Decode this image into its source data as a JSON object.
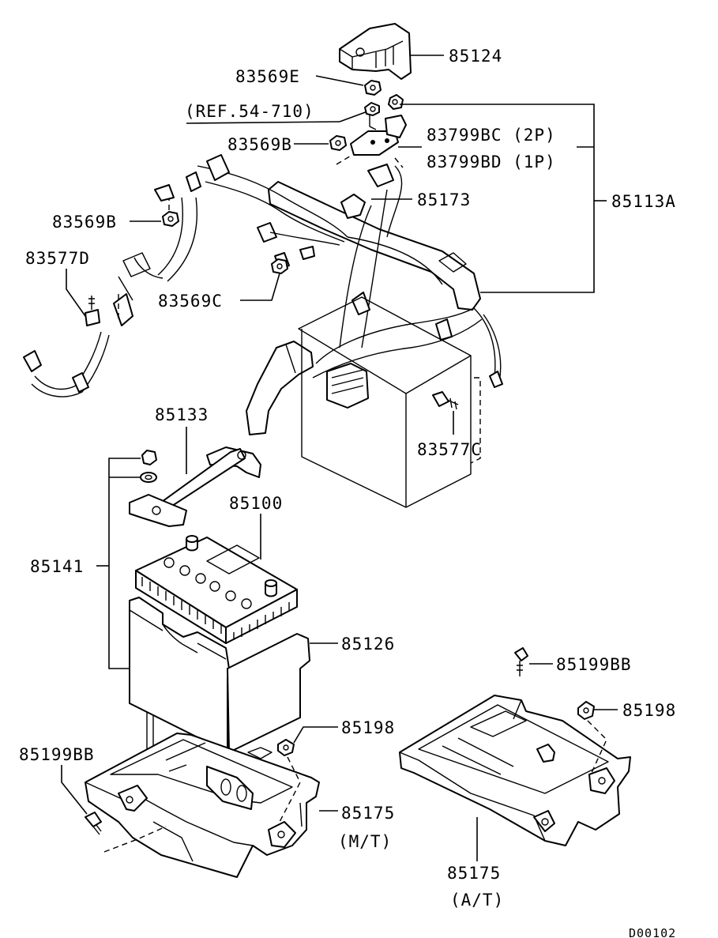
{
  "labels": {
    "p85124": "85124",
    "p83569E": "83569E",
    "ref": "(REF.54-710)",
    "p83799BC": "83799BC (2P)",
    "p83569B_top": "83569B",
    "p83799BD": "83799BD (1P)",
    "p85173": "85173",
    "p85113A": "85113A",
    "p83569B_left": "83569B",
    "p83577D": "83577D",
    "p83569C": "83569C",
    "p85133": "85133",
    "p83577C": "83577C",
    "p85100": "85100",
    "p85141": "85141",
    "p85126": "85126",
    "p85199BB_right": "85199BB",
    "p85198_right": "85198",
    "p85198_left": "85198",
    "p85199BB_left": "85199BB",
    "p85175_mt": "85175",
    "mt": "(M/T)",
    "p85175_at": "85175",
    "at": "(A/T)",
    "diagram_code": "D00102"
  }
}
